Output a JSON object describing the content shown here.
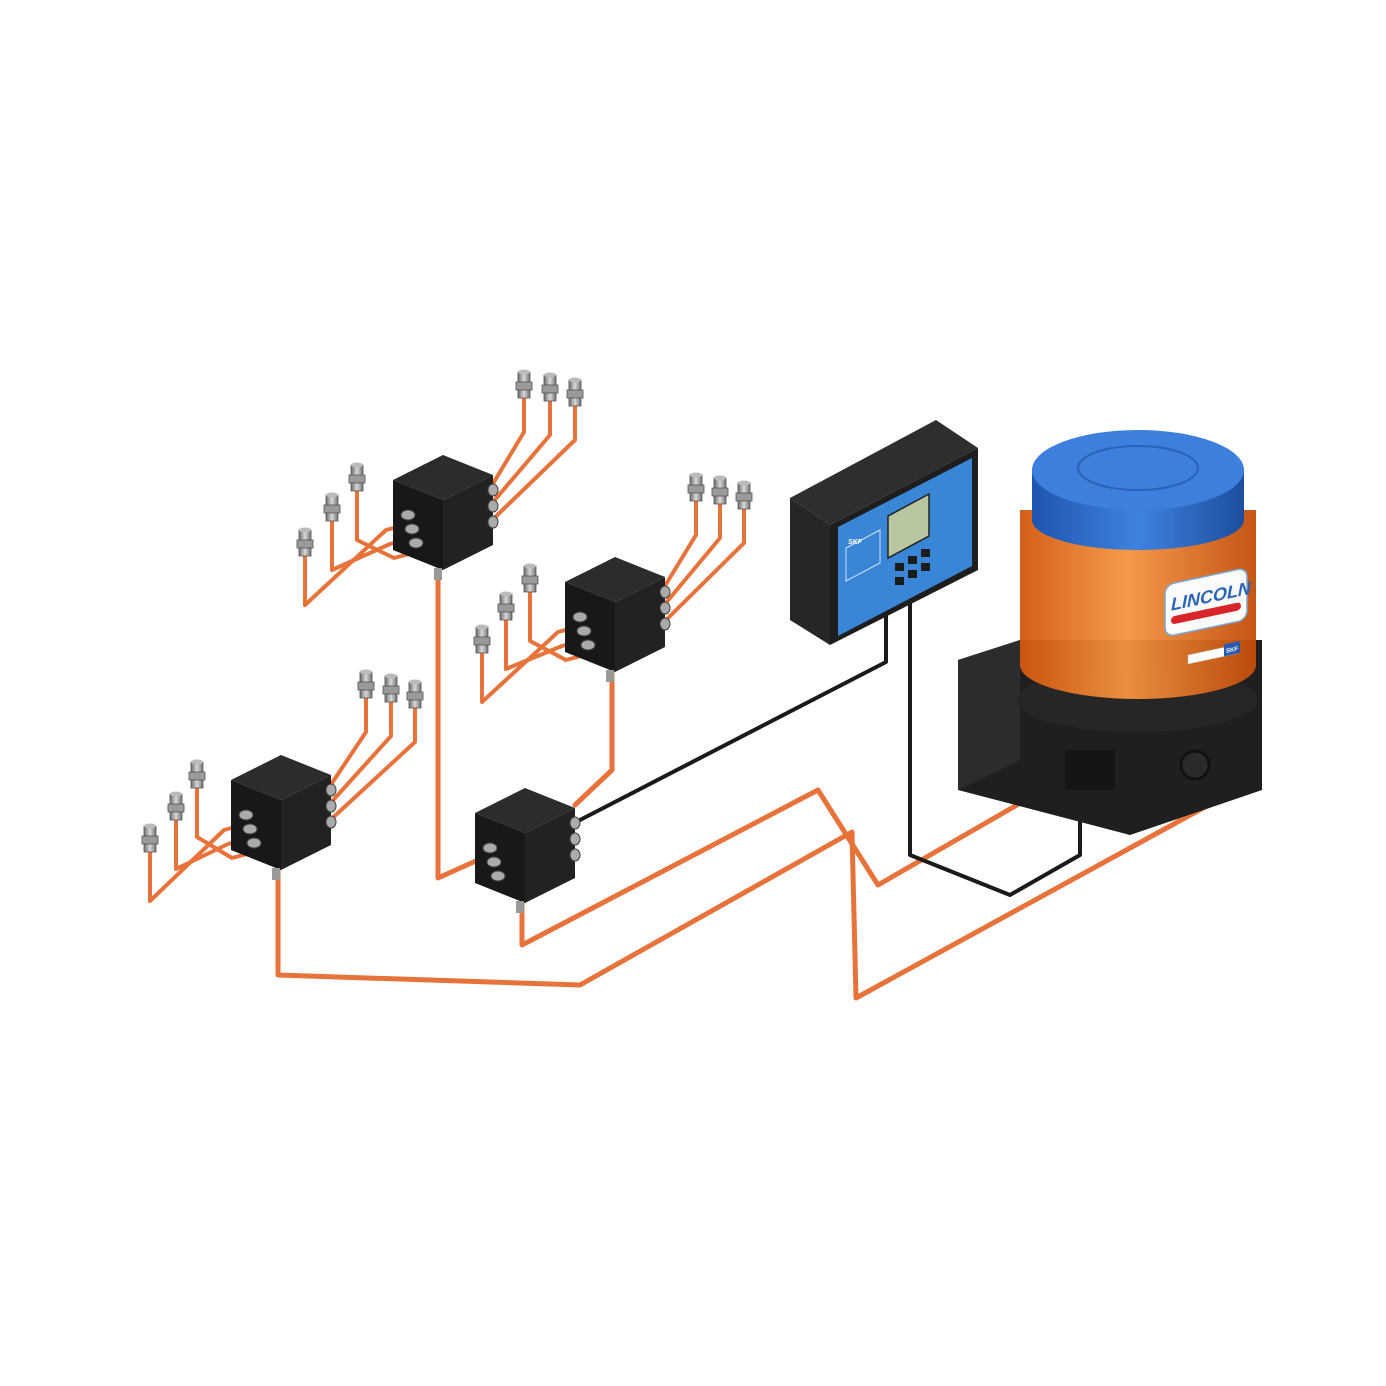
{
  "logos": {
    "pump_brand": "LINCOLN",
    "controller_brand": "SKF",
    "pump_label_brand": "SKF"
  },
  "colors": {
    "pipe": "#e8733a",
    "reservoir": "#f07a1e",
    "cap": "#2f6fd0",
    "controller_face": "#3a86d6",
    "block": "#1c1c1c",
    "cable": "#1a1a1a"
  }
}
